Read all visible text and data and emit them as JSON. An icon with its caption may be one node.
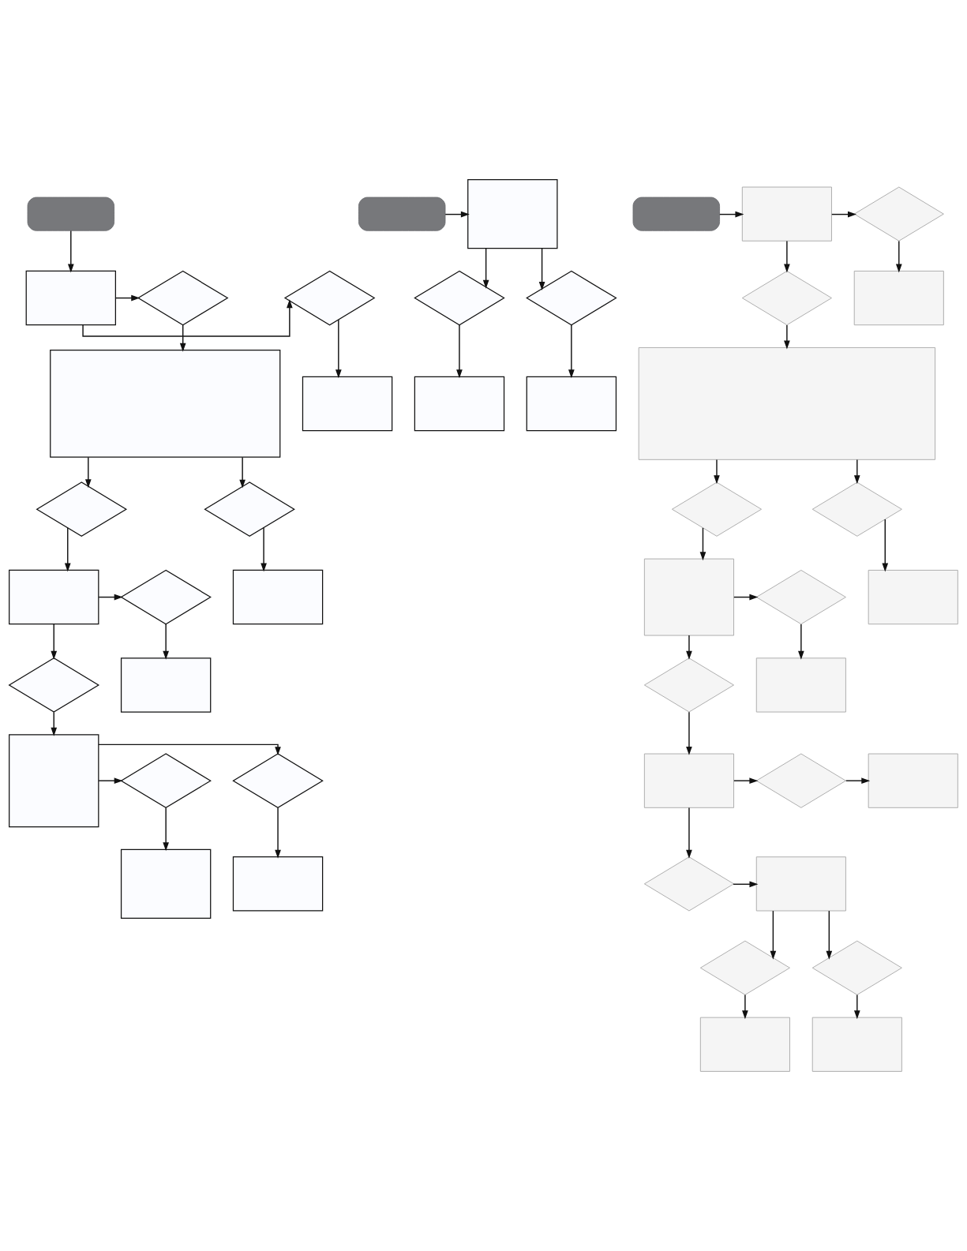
{
  "diagram": {
    "nodes": [
      {
        "text": [],
        "shape": "pill"
      },
      {
        "text": [],
        "shape": "box"
      },
      {
        "text": [],
        "shape": "diamond"
      },
      {
        "text": [],
        "shape": "diamond"
      },
      {
        "text": [],
        "shape": "box"
      },
      {
        "text": [],
        "shape": "box"
      },
      {
        "text": [],
        "shape": "diamond"
      },
      {
        "text": [],
        "shape": "diamond"
      },
      {
        "text": [],
        "shape": "diamond"
      },
      {
        "text": [],
        "shape": "box"
      },
      {
        "text": [],
        "shape": "box"
      },
      {
        "text": [],
        "shape": "box"
      },
      {
        "text": [],
        "shape": "diamond"
      },
      {
        "text": [],
        "shape": "diamond"
      },
      {
        "text": [],
        "shape": "box"
      },
      {
        "text": [],
        "shape": "diamond"
      },
      {
        "text": [],
        "shape": "box"
      },
      {
        "text": [],
        "shape": "box"
      },
      {
        "text": [],
        "shape": "pill"
      },
      {
        "text": [],
        "shape": "box"
      },
      {
        "text": [],
        "shape": "diamond"
      },
      {
        "text": [],
        "shape": "box"
      },
      {
        "text": [],
        "shape": "diamond"
      },
      {
        "text": [],
        "shape": "box"
      },
      {
        "text": [],
        "shape": "pill"
      },
      {
        "text": [],
        "shape": "box"
      },
      {
        "text": [],
        "shape": "diamond"
      },
      {
        "text": [],
        "shape": "diamond"
      },
      {
        "text": [],
        "shape": "box"
      },
      {
        "text": [],
        "shape": "box"
      },
      {
        "text": [],
        "shape": "diamond"
      },
      {
        "text": [],
        "shape": "diamond"
      },
      {
        "text": [],
        "shape": "box"
      },
      {
        "text": [],
        "shape": "diamond"
      },
      {
        "text": [],
        "shape": "box"
      },
      {
        "text": [],
        "shape": "diamond"
      },
      {
        "text": [],
        "shape": "box"
      },
      {
        "text": [],
        "shape": "box"
      },
      {
        "text": [],
        "shape": "diamond"
      },
      {
        "text": [],
        "shape": "box"
      },
      {
        "text": [],
        "shape": "diamond"
      },
      {
        "text": [],
        "shape": "box"
      },
      {
        "text": [],
        "shape": "diamond"
      },
      {
        "text": [],
        "shape": "box"
      },
      {
        "text": [],
        "shape": "diamond"
      },
      {
        "text": [],
        "shape": "box"
      }
    ],
    "edges": [
      {
        "from": 0,
        "to": 1,
        "arrow": "to"
      },
      {
        "from": 1,
        "to": 2,
        "arrow": "to"
      },
      {
        "from": 1,
        "to": 3,
        "arrow": "to"
      },
      {
        "from": 2,
        "to": 4,
        "arrow": "to"
      },
      {
        "from": 3,
        "to": 5,
        "arrow": "to"
      },
      {
        "from": 5,
        "to": 6,
        "arrow": "to"
      },
      {
        "from": 5,
        "to": 7,
        "arrow": "to"
      },
      {
        "from": 6,
        "to": 9,
        "arrow": "to"
      },
      {
        "from": 7,
        "to": 10,
        "arrow": "to"
      },
      {
        "from": 9,
        "to": 8,
        "arrow": "to"
      },
      {
        "from": 8,
        "to": 11,
        "arrow": "to"
      },
      {
        "from": 9,
        "to": 12,
        "arrow": "to"
      },
      {
        "from": 12,
        "to": 14,
        "arrow": "to"
      },
      {
        "from": 14,
        "to": 13,
        "arrow": "to"
      },
      {
        "from": 14,
        "to": 15,
        "arrow": "to"
      },
      {
        "from": 13,
        "to": 16,
        "arrow": "to"
      },
      {
        "from": 15,
        "to": 17,
        "arrow": "to"
      },
      {
        "from": 18,
        "to": 19,
        "arrow": "to"
      },
      {
        "from": 19,
        "to": 20,
        "arrow": "to"
      },
      {
        "from": 19,
        "to": 22,
        "arrow": "to"
      },
      {
        "from": 20,
        "to": 21,
        "arrow": "to"
      },
      {
        "from": 22,
        "to": 23,
        "arrow": "to"
      },
      {
        "from": 24,
        "to": 25,
        "arrow": "to"
      },
      {
        "from": 25,
        "to": 26,
        "arrow": "to"
      },
      {
        "from": 25,
        "to": 27,
        "arrow": "to"
      },
      {
        "from": 26,
        "to": 28,
        "arrow": "to"
      },
      {
        "from": 27,
        "to": 29,
        "arrow": "to"
      },
      {
        "from": 29,
        "to": 30,
        "arrow": "to"
      },
      {
        "from": 29,
        "to": 31,
        "arrow": "to"
      },
      {
        "from": 30,
        "to": 32,
        "arrow": "to"
      },
      {
        "from": 31,
        "to": 34,
        "arrow": "to"
      },
      {
        "from": 32,
        "to": 33,
        "arrow": "to"
      },
      {
        "from": 33,
        "to": 36,
        "arrow": "to"
      },
      {
        "from": 32,
        "to": 35,
        "arrow": "to"
      },
      {
        "from": 35,
        "to": 37,
        "arrow": "to"
      },
      {
        "from": 37,
        "to": 38,
        "arrow": "to"
      },
      {
        "from": 38,
        "to": 39,
        "arrow": "to"
      },
      {
        "from": 37,
        "to": 40,
        "arrow": "to"
      },
      {
        "from": 40,
        "to": 41,
        "arrow": "to"
      },
      {
        "from": 41,
        "to": 42,
        "arrow": "to"
      },
      {
        "from": 41,
        "to": 44,
        "arrow": "to"
      },
      {
        "from": 42,
        "to": 43,
        "arrow": "to"
      },
      {
        "from": 44,
        "to": 45,
        "arrow": "to"
      }
    ]
  }
}
